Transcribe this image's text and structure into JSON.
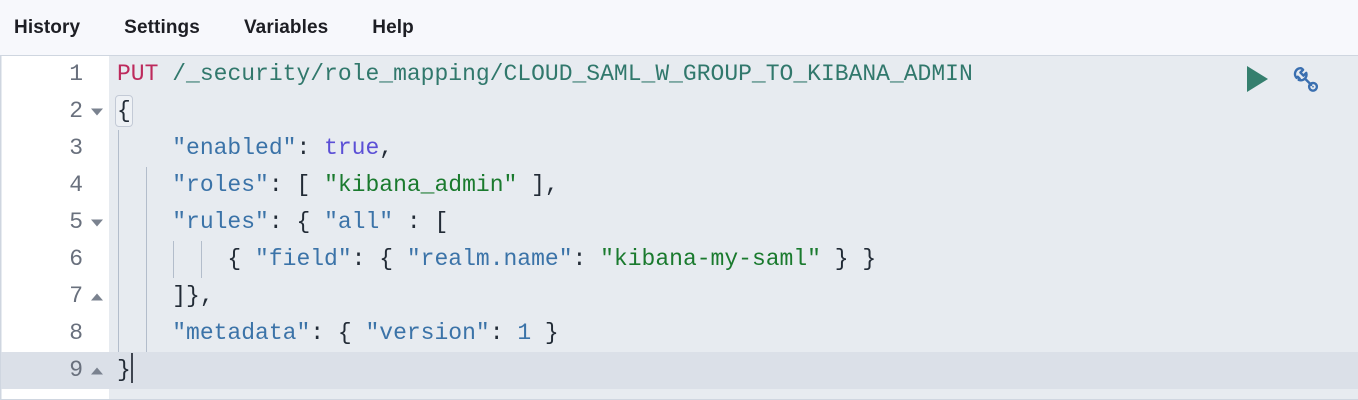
{
  "toolbar": {
    "items": [
      {
        "label": "History",
        "name": "history"
      },
      {
        "label": "Settings",
        "name": "settings"
      },
      {
        "label": "Variables",
        "name": "variables"
      },
      {
        "label": "Help",
        "name": "help"
      }
    ]
  },
  "actions": {
    "run": {
      "icon": "play-icon",
      "label": "Click to send request"
    },
    "wrench": {
      "icon": "wrench-icon",
      "label": "Open documentation / options"
    }
  },
  "colors": {
    "editor_background": "#e7ebf0",
    "gutter_background": "#ffffff",
    "toolbar_background": "#f7f8fc",
    "active_line": "#dbe0e8",
    "method": "#bd2a5c",
    "url": "#31786c",
    "json_key": "#3b73a8",
    "json_string": "#1a7a2e",
    "json_boolean": "#5b4fd6",
    "punctuation": "#222b36",
    "run_icon": "#357f6e",
    "wrench_icon": "#3a6fb0",
    "indent_guide": "#b3bdcb"
  },
  "editor": {
    "active_line_number": 9,
    "request": {
      "method": "PUT",
      "path": "/_security/role_mapping/CLOUD_SAML_W_GROUP_TO_KIBANA_ADMIN",
      "body": {
        "enabled": true,
        "roles": [
          "kibana_admin"
        ],
        "rules": {
          "all": [
            {
              "field": {
                "realm.name": "kibana-my-saml"
              }
            }
          ]
        },
        "metadata": {
          "version": 1
        }
      }
    },
    "lines": [
      {
        "number": "1",
        "fold": "",
        "guides": 0,
        "tokens": [
          {
            "t": "PUT",
            "c": "t-method"
          },
          {
            "t": " ",
            "c": "t-punct"
          },
          {
            "t": "/_security/role_mapping/CLOUD_SAML_W_GROUP_TO_KIBANA_ADMIN",
            "c": "t-url"
          }
        ]
      },
      {
        "number": "2",
        "fold": "down",
        "guides": 0,
        "tokens": [
          {
            "t": "{",
            "c": "t-punct",
            "hl": true
          }
        ]
      },
      {
        "number": "3",
        "fold": "",
        "guides": 1,
        "tokens": [
          {
            "t": "    ",
            "c": "t-punct"
          },
          {
            "t": "\"enabled\"",
            "c": "t-key"
          },
          {
            "t": ": ",
            "c": "t-punct"
          },
          {
            "t": "true",
            "c": "t-bool"
          },
          {
            "t": ",",
            "c": "t-punct"
          }
        ]
      },
      {
        "number": "4",
        "fold": "",
        "guides": 2,
        "tokens": [
          {
            "t": "    ",
            "c": "t-punct"
          },
          {
            "t": "\"roles\"",
            "c": "t-key"
          },
          {
            "t": ": [ ",
            "c": "t-punct"
          },
          {
            "t": "\"kibana_admin\"",
            "c": "t-string"
          },
          {
            "t": " ],",
            "c": "t-punct"
          }
        ]
      },
      {
        "number": "5",
        "fold": "down",
        "guides": 2,
        "tokens": [
          {
            "t": "    ",
            "c": "t-punct"
          },
          {
            "t": "\"rules\"",
            "c": "t-key"
          },
          {
            "t": ": { ",
            "c": "t-punct"
          },
          {
            "t": "\"all\"",
            "c": "t-key"
          },
          {
            "t": " : [",
            "c": "t-punct"
          }
        ]
      },
      {
        "number": "6",
        "fold": "",
        "guides": 4,
        "tokens": [
          {
            "t": "        ",
            "c": "t-punct"
          },
          {
            "t": "{ ",
            "c": "t-punct"
          },
          {
            "t": "\"field\"",
            "c": "t-key"
          },
          {
            "t": ": { ",
            "c": "t-punct"
          },
          {
            "t": "\"realm.name\"",
            "c": "t-key"
          },
          {
            "t": ": ",
            "c": "t-punct"
          },
          {
            "t": "\"kibana-my-saml\"",
            "c": "t-string"
          },
          {
            "t": " } }",
            "c": "t-punct"
          }
        ]
      },
      {
        "number": "7",
        "fold": "up",
        "guides": 2,
        "tokens": [
          {
            "t": "    ",
            "c": "t-punct"
          },
          {
            "t": "]},",
            "c": "t-punct"
          }
        ]
      },
      {
        "number": "8",
        "fold": "",
        "guides": 2,
        "tokens": [
          {
            "t": "    ",
            "c": "t-punct"
          },
          {
            "t": "\"metadata\"",
            "c": "t-key"
          },
          {
            "t": ": { ",
            "c": "t-punct"
          },
          {
            "t": "\"version\"",
            "c": "t-key"
          },
          {
            "t": ": ",
            "c": "t-punct"
          },
          {
            "t": "1",
            "c": "t-number"
          },
          {
            "t": " }",
            "c": "t-punct"
          }
        ]
      },
      {
        "number": "9",
        "fold": "up",
        "guides": 0,
        "active": true,
        "caret": true,
        "tokens": [
          {
            "t": "}",
            "c": "t-punct"
          }
        ]
      }
    ]
  }
}
